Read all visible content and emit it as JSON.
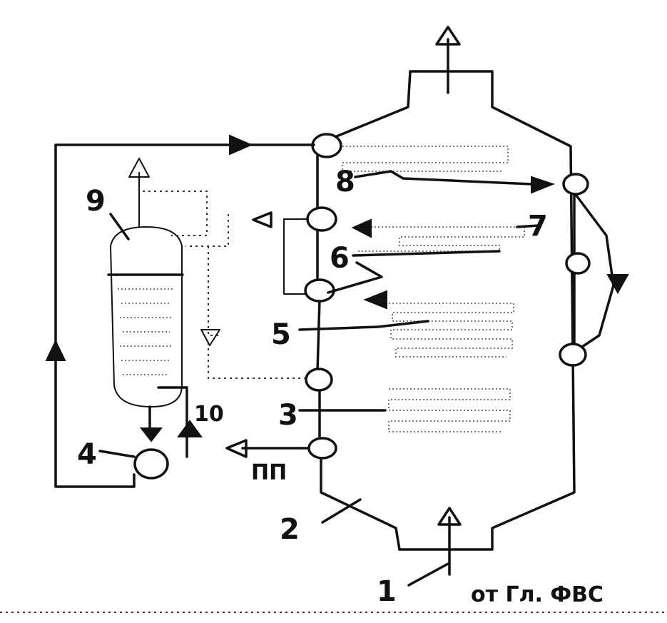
{
  "labels": {
    "l1": "1",
    "l2": "2",
    "l3": "3",
    "l4": "4",
    "l5": "5",
    "l6": "6",
    "l7": "7",
    "l8": "8",
    "l9": "9",
    "l10": "10",
    "pp": "ПП",
    "source": "от Гл. ФВС"
  }
}
